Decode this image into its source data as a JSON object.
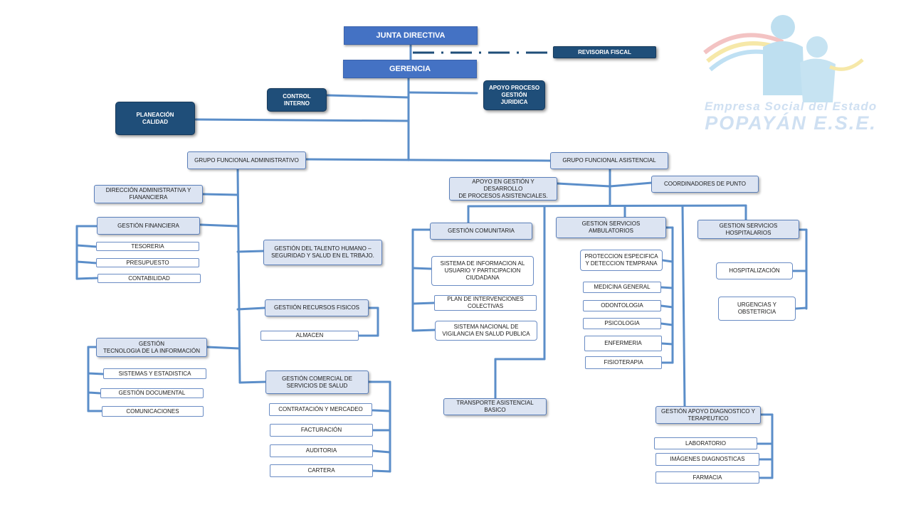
{
  "logo": {
    "line1": "Empresa Social del Estado",
    "line2": "POPAYÁN E.S.E."
  },
  "colors": {
    "line": "#5b8ec9",
    "dark_box": "#1f4e79",
    "top_box": "#4472c4",
    "light_box": "#dce4f2"
  },
  "nodes": {
    "junta": "JUNTA DIRECTIVA",
    "revisoria": "REVISORIA  FISCAL",
    "gerencia": "GERENCIA",
    "control": "CONTROL\nINTERNO",
    "apoyo_juridico": "APOYO  PROCESO\nGESTIÓN\nJURIDICA",
    "planeacion": "PLANEACIÓN\nCALIDAD",
    "gf_admin": "GRUPO FUNCIONAL  ADMINISTRATIVO",
    "gf_asist": "GRUPO FUNCIONAL  ASISTENCIAL",
    "dir_admin": "DIRECCIÓN  ADMINISTRATIVA   Y\nFIANANCIERA",
    "gest_fin": "GESTIÓN  FINANCIERA",
    "tesoreria": "TESORERIA",
    "presupuesto": "PRESUPUESTO",
    "contabilidad": "CONTABILIDAD",
    "talento": "GESTIÓN  DEL TALENTO  HUMANO –\nSEGURIDAD Y SALUD  EN  EL  TRBAJO.",
    "recursos": "GESTIIÓN  RECURSOS  FISICOS",
    "almacen": "ALMACEN",
    "tecnologia": "GESTIÓN\nTECNOLOGIA  DE LA INFORMACIÓN",
    "sistemas": "SISTEMAS   Y ESTADISTICA",
    "documental": "GESTIÓN    DOCUMENTAL",
    "comunicaciones": "COMUNICACIONES",
    "comercial": "GESTIÓN  COMERCIAL  DE\nSERVICIOS  DE SALUD",
    "contratacion": "CONTRATACIÓN    Y MERCADEO",
    "facturacion": "FACTURACIÓN",
    "auditoria": "AUDITORIA",
    "cartera": "CARTERA",
    "apoyo_asist": "APOYO  EN  GESTIÓN   Y DESARROLLO\nDE PROCESOS  ASISTENCIALES.",
    "coordinadores": "COORDINADORES   DE PUNTO",
    "comunitaria": "GESTIÓN  COMUNITARIA",
    "siau": "SISTEMA  DE INFORMACION  AL\nUSUARIO  Y  PARTICIPACION\nCIUDADANA",
    "pic": "PLAN  DE INTERVENCIONES\nCOLECTIVAS",
    "sivigila": "SISTEMA   NACIONAL   DE\nVIGILANCIA  EN  SALUD  PUBLICA",
    "transporte": "TRANSPORTE   ASISTENCIAL\nBASICO",
    "ambulatorios": "GESTION  SERVICIOS\nAMBULATORIOS",
    "proteccion": "PROTECCION   ESPECIFICA\nY  DETECCION  TEMPRANA",
    "medicina": "MEDICINA  GENERAL",
    "odontologia": "ODONTOLOGIA",
    "psicologia": "PSICOLOGIA",
    "enfermeria": "ENFERMERIA",
    "fisioterapia": "FISIOTERAPIA",
    "hospitalarios": "GESTION   SERVICIOS\nHOSPITALARIOS",
    "hospitalizacion": "HOSPITALIZACIÓN",
    "urgencias": "URGENCIAS  Y\nOBSTETRICIA",
    "diagnostico": "GESTIÓN  APOYO  DIAGNOSTICO   Y\nTERAPEUTICO",
    "laboratorio": "LABORATORIO",
    "imagenes": "IMÁGENES  DIAGNOSTICAS",
    "farmacia": "FARMACIA"
  }
}
